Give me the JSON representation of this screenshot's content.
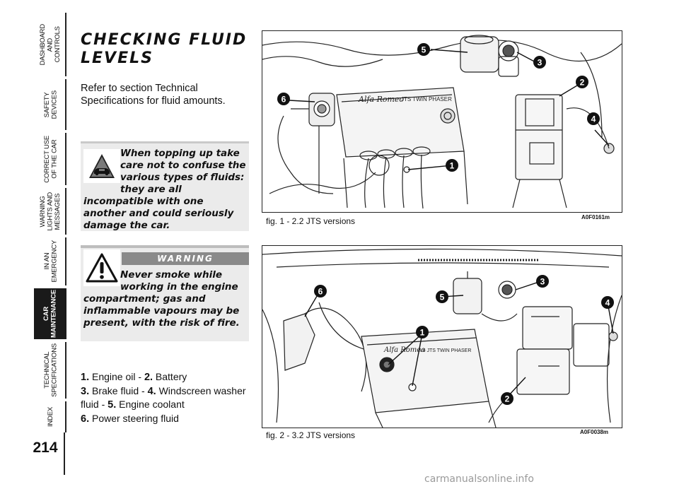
{
  "sidebar": {
    "tabs": [
      {
        "label": "DASHBOARD\nAND\nCONTROLS",
        "active": false
      },
      {
        "label": "SAFETY\nDEVICES",
        "active": false
      },
      {
        "label": "CORRECT USE\nOF THE CAR",
        "active": false
      },
      {
        "label": "WARNING\nLIGHTS AND\nMESSAGES",
        "active": false
      },
      {
        "label": "IN AN\nEMERGENCY",
        "active": false
      },
      {
        "label": "CAR\nMAINTENANCE",
        "active": true
      },
      {
        "label": "TECHNICAL\nSPECIFICATIONS",
        "active": false
      },
      {
        "label": "INDEX",
        "active": false
      }
    ]
  },
  "page_number": "214",
  "section": {
    "title_line1": "CHECKING FLUID",
    "title_line2": "LEVELS",
    "intro": "Refer to section Technical Specifications for fluid amounts."
  },
  "note_caution": {
    "icon": "car-fluid-icon",
    "text": "When topping up take care not to confuse the various types of fluids: they are all incompatible with one another and could seriously damage the car."
  },
  "note_warning": {
    "icon": "warning-triangle-icon",
    "heading": "WARNING",
    "text": "Never smoke while working in the engine compartment; gas and inflammable vapours may be present, with the risk of fire."
  },
  "legend": [
    {
      "num": "1.",
      "text": "Engine oil"
    },
    {
      "num": "2.",
      "text": "Battery"
    },
    {
      "num": "3.",
      "text": "Brake fluid"
    },
    {
      "num": "4.",
      "text": "Windscreen washer fluid"
    },
    {
      "num": "5.",
      "text": "Engine coolant"
    },
    {
      "num": "6.",
      "text": "Power steering fluid"
    }
  ],
  "figures": [
    {
      "caption": "fig. 1 - 2.2 JTS versions",
      "code": "A0F0161m",
      "engine_brand": "Alfa Romeo",
      "engine_label": "JTS TWIN PHASER",
      "callouts": [
        "1",
        "2",
        "3",
        "4",
        "5",
        "6"
      ]
    },
    {
      "caption": "fig. 2 - 3.2 JTS versions",
      "code": "A0F0038m",
      "engine_brand": "Alfa Romeo",
      "engine_label": "V6 JTS TWIN PHASER",
      "callouts": [
        "1",
        "2",
        "3",
        "4",
        "5",
        "6"
      ]
    }
  ],
  "watermark": "carmanualsonline.info",
  "colors": {
    "tab_active": "#1a1a1a",
    "note_bg": "#ebebeb",
    "warning_bar": "#8a8a8a"
  }
}
